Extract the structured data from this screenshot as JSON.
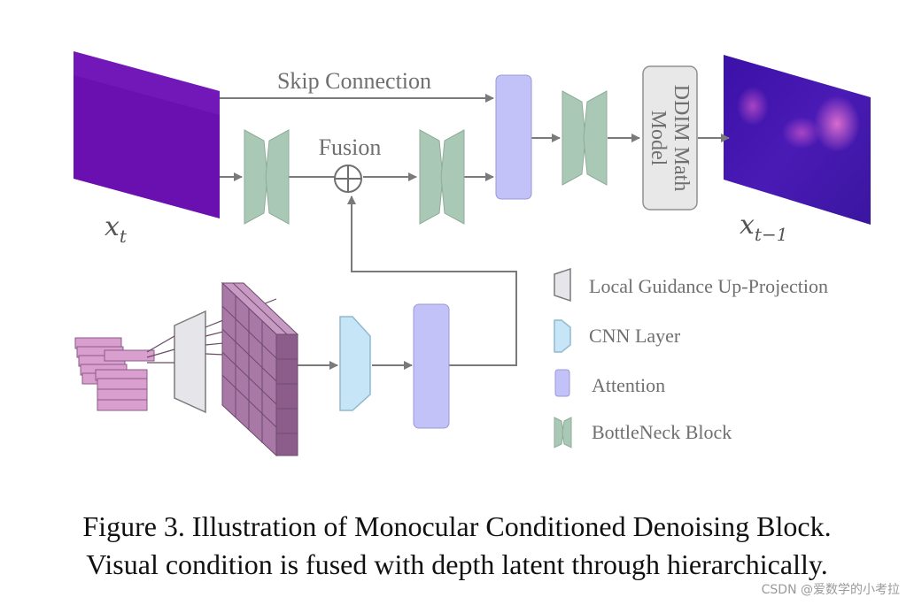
{
  "labels": {
    "skip_connection": "Skip Connection",
    "fusion": "Fusion",
    "ddim_line1": "DDIM Math",
    "ddim_line2": "Model",
    "x_t": "x",
    "x_t_sub": "t",
    "x_t1": "x",
    "x_t1_sub": "t−1"
  },
  "legend": [
    {
      "label": "Local Guidance Up-Projection",
      "shape": "gray-trapezoid-icon",
      "color": "#e6e6ea"
    },
    {
      "label": "CNN Layer",
      "shape": "cyan-trapezoid-icon",
      "color": "#c6e5f7"
    },
    {
      "label": "Attention",
      "shape": "purple-rect-icon",
      "color": "#c3c2f8"
    },
    {
      "label": "BottleNeck Block",
      "shape": "bottleneck-icon",
      "color": "#a9c8b5"
    }
  ],
  "caption": {
    "line1": "Figure 3. Illustration of Monocular Conditioned Denoising Block.",
    "line2": "Visual condition is fused with depth latent through hierarchically."
  },
  "watermark": "CSDN @爱数学的小考拉",
  "colors": {
    "arrow": "#7a7a7a",
    "bottleneck": "#a9c8b5",
    "attention": "#c3c2f8",
    "cnn": "#c6e5f7",
    "guidance": "#e6e6ea",
    "ddim": "#e8e8e8",
    "input_latent": "#6a0fb0",
    "feature_cube": "#a879a6",
    "patch_stack": "#d9a0cf"
  }
}
